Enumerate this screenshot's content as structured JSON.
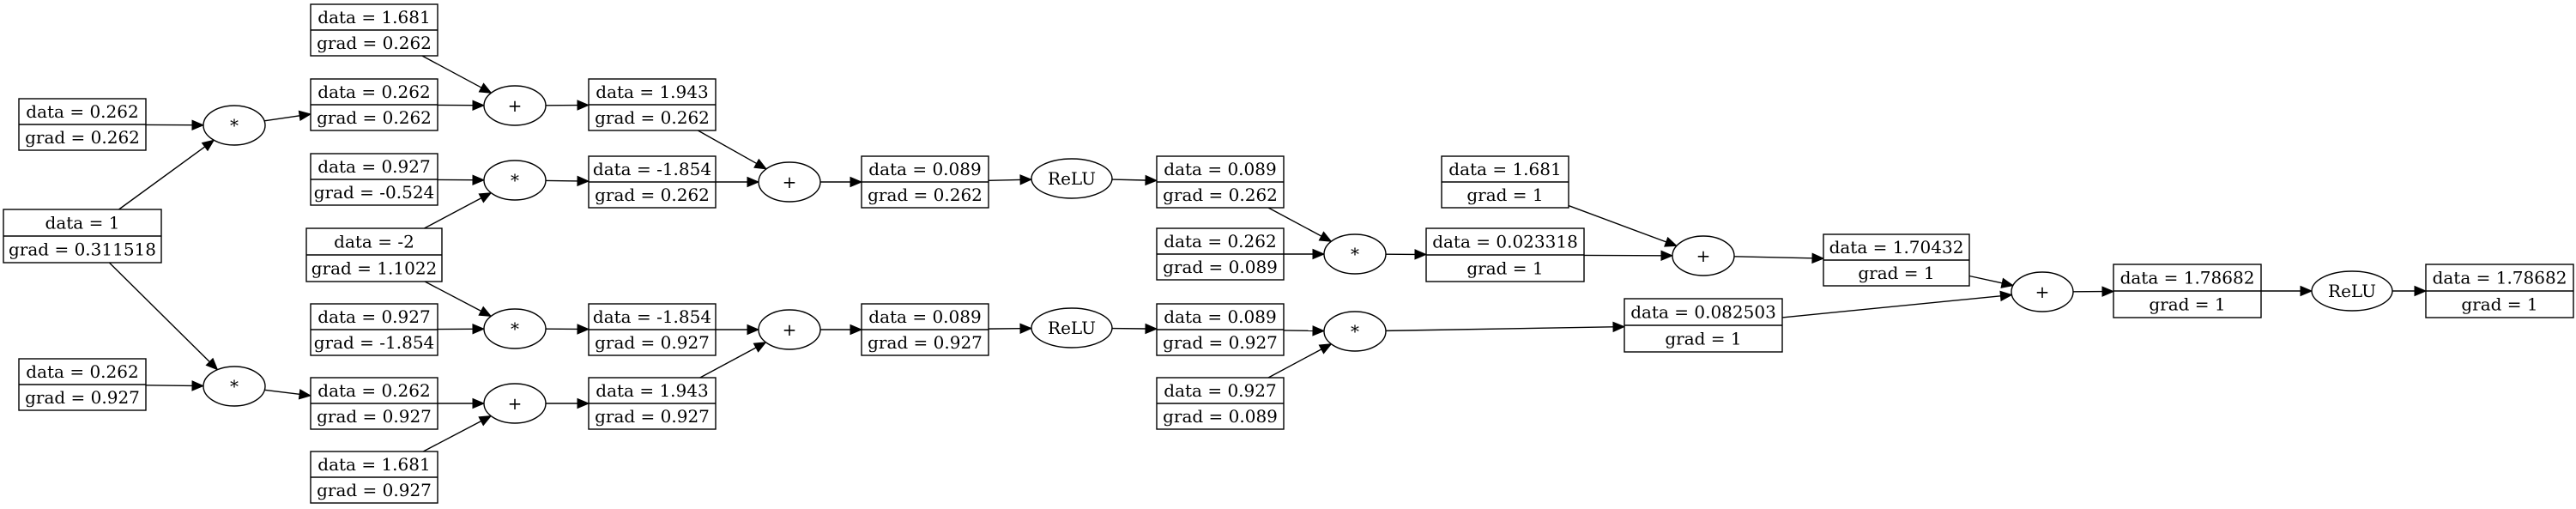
{
  "graph": {
    "values": [
      {
        "id": "a",
        "data": "data = 1.681",
        "grad": "grad = 0.262"
      },
      {
        "id": "b",
        "data": "data = 0.262",
        "grad": "grad = 0.262"
      },
      {
        "id": "c",
        "data": "data = 0.262",
        "grad": "grad = 0.262"
      },
      {
        "id": "d",
        "data": "data = 1.943",
        "grad": "grad = 0.262"
      },
      {
        "id": "e",
        "data": "data = 0.927",
        "grad": "grad = -0.524"
      },
      {
        "id": "f",
        "data": "data = -1.854",
        "grad": "grad = 0.262"
      },
      {
        "id": "g",
        "data": "data = 1",
        "grad": "grad = 0.311518"
      },
      {
        "id": "h",
        "data": "data = -2",
        "grad": "grad = 1.1022"
      },
      {
        "id": "i",
        "data": "data = 0.089",
        "grad": "grad = 0.262"
      },
      {
        "id": "j",
        "data": "data = 0.089",
        "grad": "grad = 0.262"
      },
      {
        "id": "k",
        "data": "data = 0.262",
        "grad": "grad = 0.089"
      },
      {
        "id": "l",
        "data": "data = 1.681",
        "grad": "grad = 1"
      },
      {
        "id": "m",
        "data": "data = 0.023318",
        "grad": "grad = 1"
      },
      {
        "id": "n",
        "data": "data = 1.70432",
        "grad": "grad = 1"
      },
      {
        "id": "o",
        "data": "data = 0.927",
        "grad": "grad = -1.854"
      },
      {
        "id": "p",
        "data": "data = -1.854",
        "grad": "grad = 0.927"
      },
      {
        "id": "q",
        "data": "data = 0.089",
        "grad": "grad = 0.927"
      },
      {
        "id": "r",
        "data": "data = 0.089",
        "grad": "grad = 0.927"
      },
      {
        "id": "s",
        "data": "data = 0.082503",
        "grad": "grad = 1"
      },
      {
        "id": "t",
        "data": "data = 1.78682",
        "grad": "grad = 1"
      },
      {
        "id": "u",
        "data": "data = 1.78682",
        "grad": "grad = 1"
      },
      {
        "id": "v",
        "data": "data = 0.262",
        "grad": "grad = 0.927"
      },
      {
        "id": "w",
        "data": "data = 0.262",
        "grad": "grad = 0.927"
      },
      {
        "id": "x",
        "data": "data = 1.943",
        "grad": "grad = 0.927"
      },
      {
        "id": "y",
        "data": "data = 0.927",
        "grad": "grad = 0.089"
      },
      {
        "id": "z",
        "data": "data = 1.681",
        "grad": "grad = 0.927"
      }
    ],
    "ops": [
      {
        "id": "op1",
        "label": "*"
      },
      {
        "id": "op2",
        "label": "+"
      },
      {
        "id": "op3",
        "label": "*"
      },
      {
        "id": "op4",
        "label": "+"
      },
      {
        "id": "op5",
        "label": "ReLU"
      },
      {
        "id": "op6",
        "label": "*"
      },
      {
        "id": "op7",
        "label": "+"
      },
      {
        "id": "op8",
        "label": "+"
      },
      {
        "id": "op9",
        "label": "ReLU"
      },
      {
        "id": "op10",
        "label": "*"
      },
      {
        "id": "op11",
        "label": "+"
      },
      {
        "id": "op12",
        "label": "*"
      },
      {
        "id": "op13",
        "label": "*"
      },
      {
        "id": "op14",
        "label": "+"
      },
      {
        "id": "op15",
        "label": "ReLU"
      }
    ],
    "edges": [
      [
        "b",
        "op1"
      ],
      [
        "g",
        "op1"
      ],
      [
        "op1",
        "c"
      ],
      [
        "a",
        "op2"
      ],
      [
        "c",
        "op2"
      ],
      [
        "op2",
        "d"
      ],
      [
        "e",
        "op3"
      ],
      [
        "h",
        "op3"
      ],
      [
        "op3",
        "f"
      ],
      [
        "d",
        "op4"
      ],
      [
        "f",
        "op4"
      ],
      [
        "op4",
        "i"
      ],
      [
        "i",
        "op5"
      ],
      [
        "op5",
        "j"
      ],
      [
        "j",
        "op6"
      ],
      [
        "k",
        "op6"
      ],
      [
        "op6",
        "m"
      ],
      [
        "l",
        "op7"
      ],
      [
        "m",
        "op7"
      ],
      [
        "op7",
        "n"
      ],
      [
        "n",
        "op14"
      ],
      [
        "s",
        "op14"
      ],
      [
        "op14",
        "t"
      ],
      [
        "t",
        "op15"
      ],
      [
        "op15",
        "u"
      ],
      [
        "v",
        "op12"
      ],
      [
        "g",
        "op12"
      ],
      [
        "op12",
        "w"
      ],
      [
        "h",
        "op13"
      ],
      [
        "o",
        "op13"
      ],
      [
        "op13",
        "p"
      ],
      [
        "w",
        "op11"
      ],
      [
        "z",
        "op11"
      ],
      [
        "op11",
        "x"
      ],
      [
        "p",
        "op8"
      ],
      [
        "x",
        "op8"
      ],
      [
        "op8",
        "q"
      ],
      [
        "q",
        "op9"
      ],
      [
        "op9",
        "r"
      ],
      [
        "r",
        "op10"
      ],
      [
        "y",
        "op10"
      ],
      [
        "op10",
        "s"
      ]
    ]
  }
}
